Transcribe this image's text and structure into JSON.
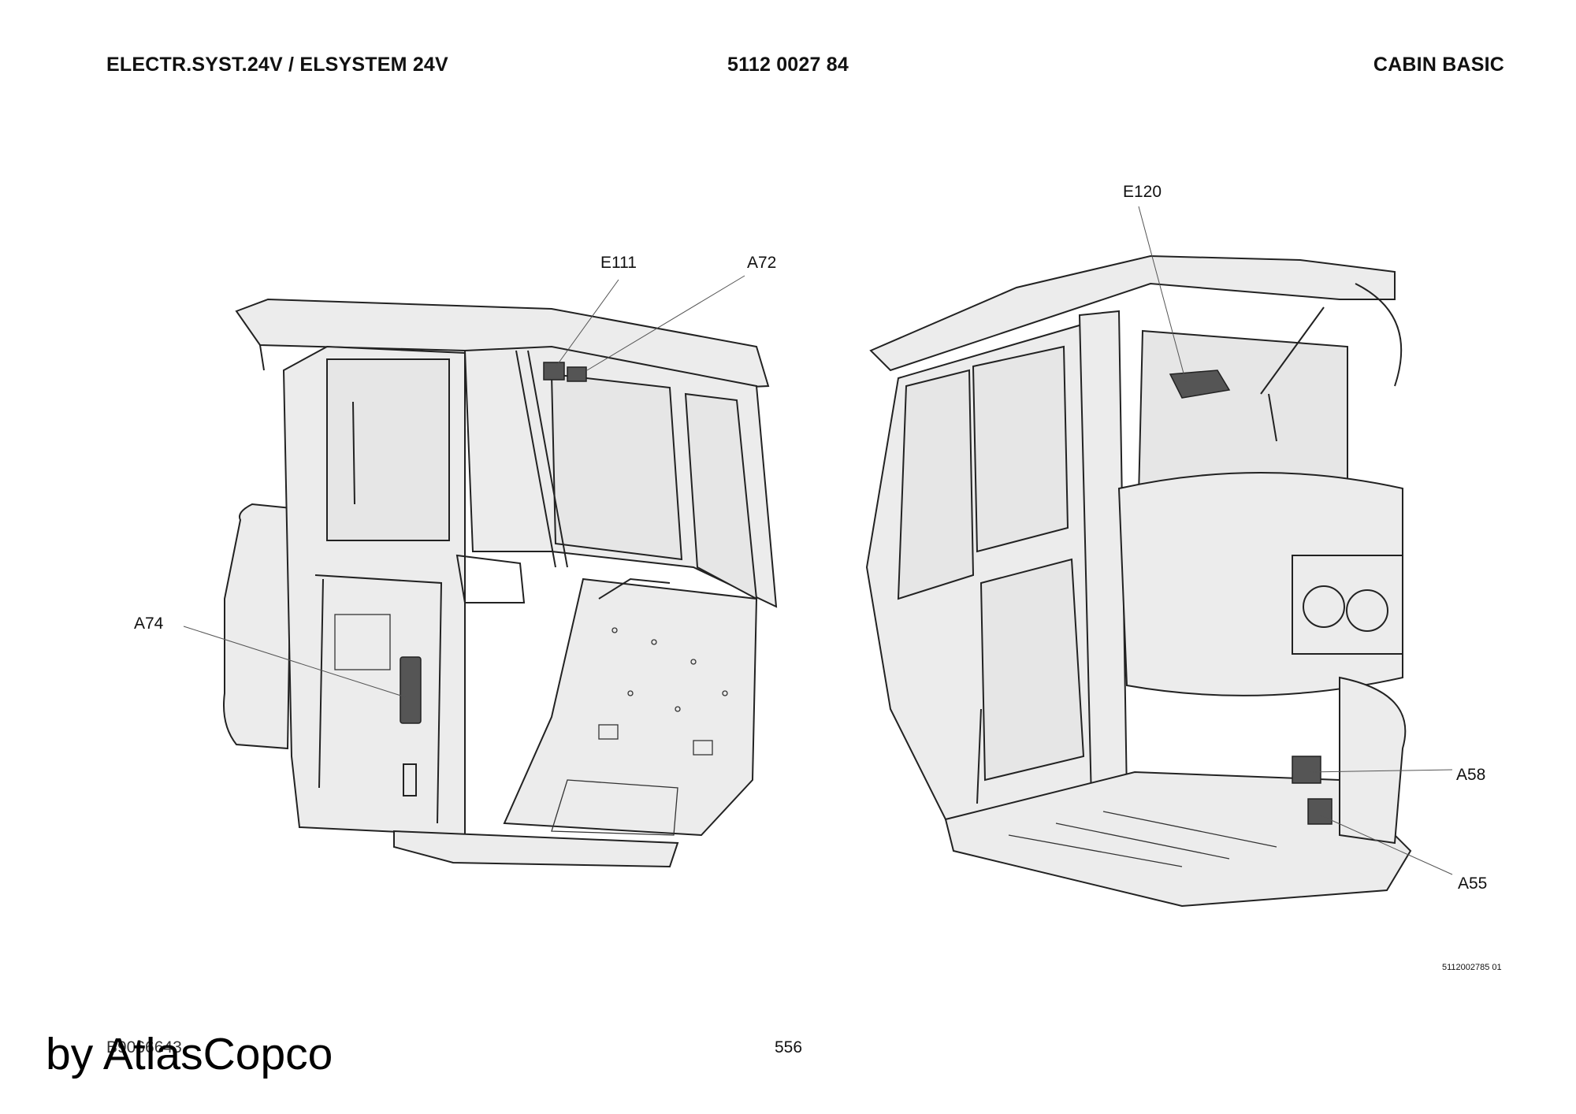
{
  "header": {
    "left": "ELECTR.SYST.24V / ELSYSTEM 24V",
    "center": "5112 0027 84",
    "right": "CABIN BASIC"
  },
  "callouts": {
    "e111": "E111",
    "a72": "A72",
    "a74": "A74",
    "e120": "E120",
    "a58": "A58",
    "a55": "A55"
  },
  "footer": {
    "drawing_id": "5112002785 01",
    "doc_code": "B9066643",
    "page_number": "556",
    "watermark": "by AtlasCopco"
  }
}
